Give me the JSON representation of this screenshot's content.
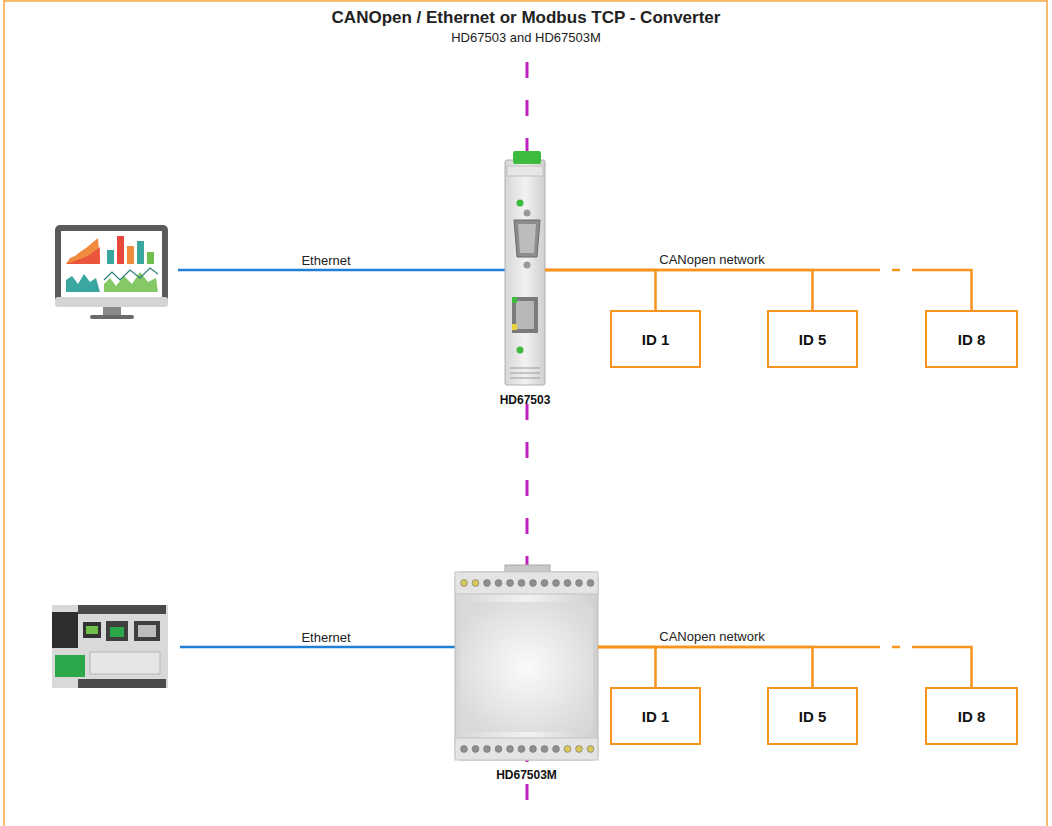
{
  "diagram": {
    "title": "CANOpen / Ethernet or Modbus TCP - Converter",
    "nodes": [
      {
        "text": [
          "HD67503"
        ]
      },
      {
        "text": [
          "ID 1"
        ]
      },
      {
        "text": [
          "ID 5"
        ]
      },
      {
        "text": [
          "ID 8"
        ]
      },
      {
        "text": [
          "HD67503M"
        ]
      },
      {
        "text": [
          "ID 1"
        ]
      },
      {
        "text": [
          "ID 5"
        ]
      },
      {
        "text": [
          "ID 8"
        ]
      }
    ],
    "edges": [
      {
        "from": 0,
        "to": 1,
        "arrow": "none",
        "label": "CANopen network"
      },
      {
        "from": 0,
        "to": 2,
        "arrow": "none"
      },
      {
        "from": 0,
        "to": 3,
        "arrow": "none"
      },
      {
        "from": 4,
        "to": 5,
        "arrow": "none",
        "label": "CANopen network"
      },
      {
        "from": 4,
        "to": 6,
        "arrow": "none"
      },
      {
        "from": 4,
        "to": 7,
        "arrow": "none"
      }
    ],
    "labels": [
      "HD67503 and HD67503M",
      "Ethernet",
      "Ethernet"
    ]
  }
}
